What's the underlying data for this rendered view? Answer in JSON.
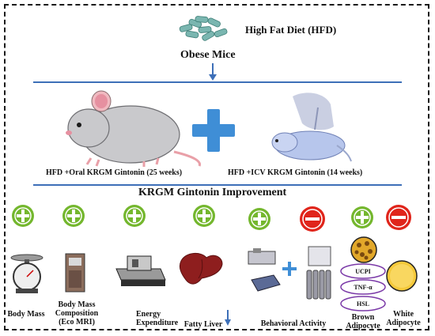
{
  "header": {
    "diet_label": "High Fat Diet (HFD)",
    "model_label": "Obese Mice"
  },
  "treatments": {
    "oral_label": "HFD +Oral KRGM Gintonin (25 weeks)",
    "icv_label": "HFD +ICV KRGM Gintonin (14 weeks)"
  },
  "improvement_title": "KRGM Gintonin Improvement",
  "outcomes": [
    {
      "label": "Body Mass",
      "effect": "plus"
    },
    {
      "label": "Body Mass Composition (Eco MRI)",
      "effect": "plus"
    },
    {
      "label": "Energy Expenditure",
      "effect": "plus"
    },
    {
      "label": "Fatty Liver",
      "effect": "plus"
    },
    {
      "label": "Behavioral Activity",
      "effect": "plus"
    },
    {
      "label": "",
      "effect": "minus"
    },
    {
      "label": "Brown Adipocyte",
      "effect": "plus"
    },
    {
      "label": "White Adipocyte",
      "effect": "minus"
    }
  ],
  "outcome_labels": {
    "body_mass": "Body Mass",
    "composition_line1": "Body Mass",
    "composition_line2": "Composition",
    "composition_line3": "(Eco MRI)",
    "energy_line1": "Energy",
    "energy_line2": "Expenditure",
    "fatty_liver": "Fatty Liver",
    "behavioral": "Behavioral Activity",
    "brown_line1": "Brown",
    "brown_line2": "Adipocyte",
    "white_line1": "White",
    "white_line2": "Adipocyte"
  },
  "brown_markers": [
    "UCPI",
    "TNF-α",
    "HSL"
  ],
  "colors": {
    "plus_green": "#74b72e",
    "minus_red": "#e0251b",
    "line_blue": "#3d6fb8",
    "cross_blue": "#3f8ed6",
    "brown_cell": "#e2a82a",
    "white_cell": "#f5c93a",
    "marker_oval": "#7b3aa8"
  }
}
